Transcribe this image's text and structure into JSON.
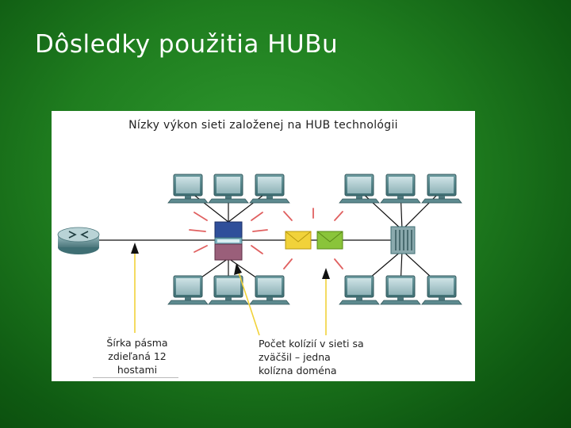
{
  "slide": {
    "title": "Dôsledky použitia HUBu"
  },
  "diagram": {
    "caption": "Nízky výkon sieti založenej na HUB technológii",
    "bandwidth_note_lines": [
      "Šírka pásma",
      "zdieľaná 12",
      "hostami"
    ],
    "collision_note_lines": [
      "Počet kolízií v sieti sa",
      "zväčšil – jedna",
      "kolízna doména"
    ]
  }
}
